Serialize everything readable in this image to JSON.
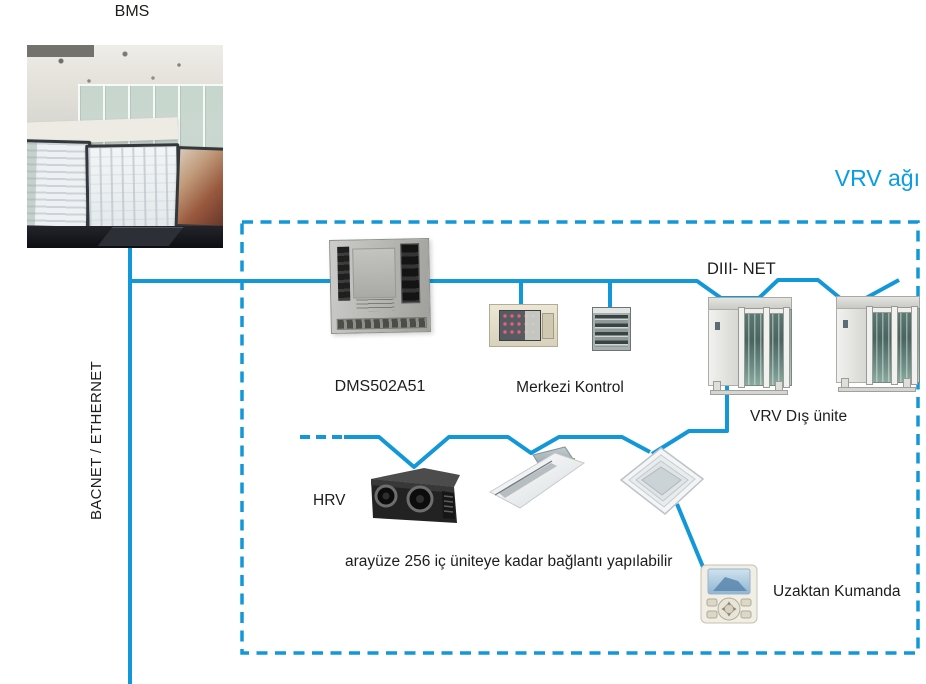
{
  "diagram": {
    "bms_label": "BMS",
    "network_title": "VRV ağı",
    "bus_label": "BACNET / ETHERNET",
    "gateway_label": "DMS502A51",
    "central_control_label": "Merkezi Kontrol",
    "diii_net_label": "DIII- NET",
    "outdoor_unit_label": "VRV Dış ünite",
    "hrv_label": "HRV",
    "capacity_note": "arayüze 256 iç üniteye kadar bağlantı yapılabilir",
    "remote_label": "Uzaktan Kumanda"
  },
  "colors": {
    "network_line": "#1297d8",
    "network_border": "#1297d8",
    "title_text": "#0a9ce4",
    "label_text": "#1d1d1b"
  }
}
